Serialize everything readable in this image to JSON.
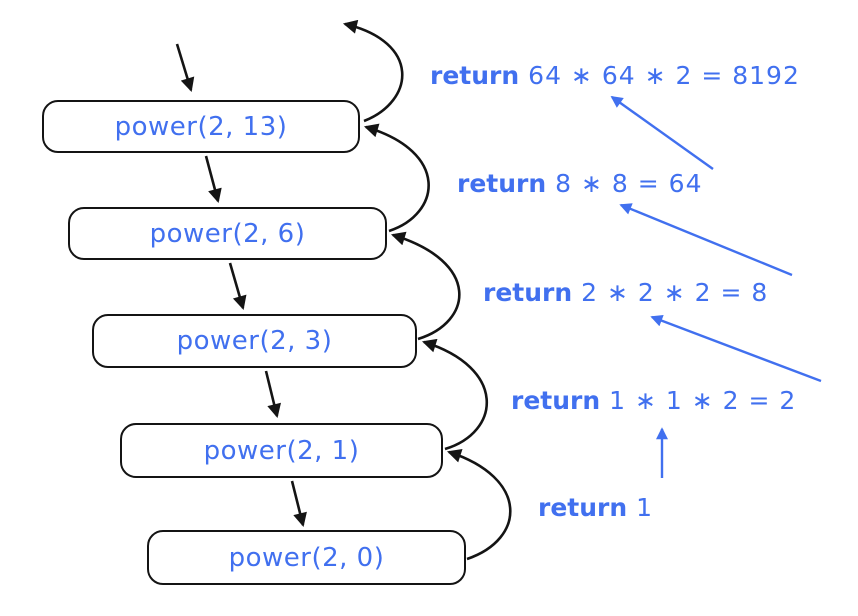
{
  "colors": {
    "accent": "#4170ef",
    "line": "#141414",
    "background": "#ffffff"
  },
  "diagram": {
    "boxes": [
      {
        "label": "power(2, 13)"
      },
      {
        "label": "power(2, 6)"
      },
      {
        "label": "power(2, 3)"
      },
      {
        "label": "power(2, 1)"
      },
      {
        "label": "power(2, 0)"
      }
    ],
    "returns": [
      {
        "keyword": "return",
        "expression": "64 ∗ 64 ∗ 2 = 8192"
      },
      {
        "keyword": "return",
        "expression": "8 ∗ 8 = 64"
      },
      {
        "keyword": "return",
        "expression": "2 ∗ 2 ∗ 2 = 8"
      },
      {
        "keyword": "return",
        "expression": "1 ∗ 1 ∗ 2 = 2"
      },
      {
        "keyword": "return",
        "expression": "1"
      }
    ]
  }
}
